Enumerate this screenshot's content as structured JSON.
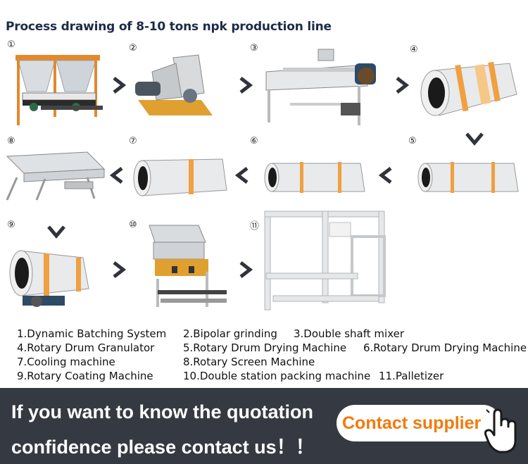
{
  "title": "Process drawing of 8-10 tons npk production line",
  "steps": [
    {
      "num": "①",
      "name": "Dynamic Batching System"
    },
    {
      "num": "②",
      "name": "Bipolar grinding"
    },
    {
      "num": "③",
      "name": "Double shaft mixer"
    },
    {
      "num": "④",
      "name": "Rotary Drum Granulator"
    },
    {
      "num": "⑤",
      "name": "Rotary Drum Drying Machine"
    },
    {
      "num": "⑥",
      "name": "Rotary Drum Drying Machine"
    },
    {
      "num": "⑦",
      "name": "Cooling machine"
    },
    {
      "num": "⑧",
      "name": "Rotary Screen Machine"
    },
    {
      "num": "⑨",
      "name": "Rotary Coating Machine"
    },
    {
      "num": "⑩",
      "name": "Double station packing machine"
    },
    {
      "num": "⑪",
      "name": "Palletizer"
    }
  ],
  "legend": [
    "1.Dynamic Batching System",
    "2.Bipolar grinding",
    "3.Double shaft mixer",
    "4.Rotary Drum Granulator",
    "5.Rotary Drum Drying Machine",
    "6.Rotary Drum Drying Machine",
    "7.Cooling machine",
    "8.Rotary Screen Machine",
    "9.Rotary Coating Machine",
    "10.Double station packing machine",
    "11.Palletizer"
  ],
  "banner": {
    "line1": "If you want to know the quotation",
    "line2": "confidence please contact us！！",
    "cta": "Contact supplier"
  },
  "colors": {
    "title": "#1d2b48",
    "banner_bg": "#353a42",
    "cta_text": "#f27a0d",
    "drum_ring": "#f0a040",
    "motor": "#2e4a66"
  },
  "icons": [
    "chevron-right-icon",
    "chevron-left-icon",
    "chevron-down-icon",
    "hand-pointer-icon"
  ]
}
